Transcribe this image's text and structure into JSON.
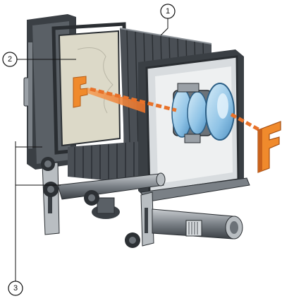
{
  "callouts": [
    {
      "id": "1",
      "label": "1"
    },
    {
      "id": "2",
      "label": "2"
    },
    {
      "id": "3",
      "label": "3"
    }
  ],
  "colors": {
    "body_dark": "#3a3f44",
    "body_mid": "#6c7278",
    "body_light": "#b9bec2",
    "bellows": "#4a4f55",
    "lens_blue": "#8fc3e6",
    "lens_light": "#d6ecf8",
    "light_ray": "#e8722a",
    "ground_glass": "#dcd9c8",
    "subject_orange": "#f08a2c",
    "rail": "#7a8086"
  },
  "icons": [
    "view-camera-illustration",
    "lens-icon",
    "subject-letter-icon",
    "focus-knob-icon"
  ]
}
